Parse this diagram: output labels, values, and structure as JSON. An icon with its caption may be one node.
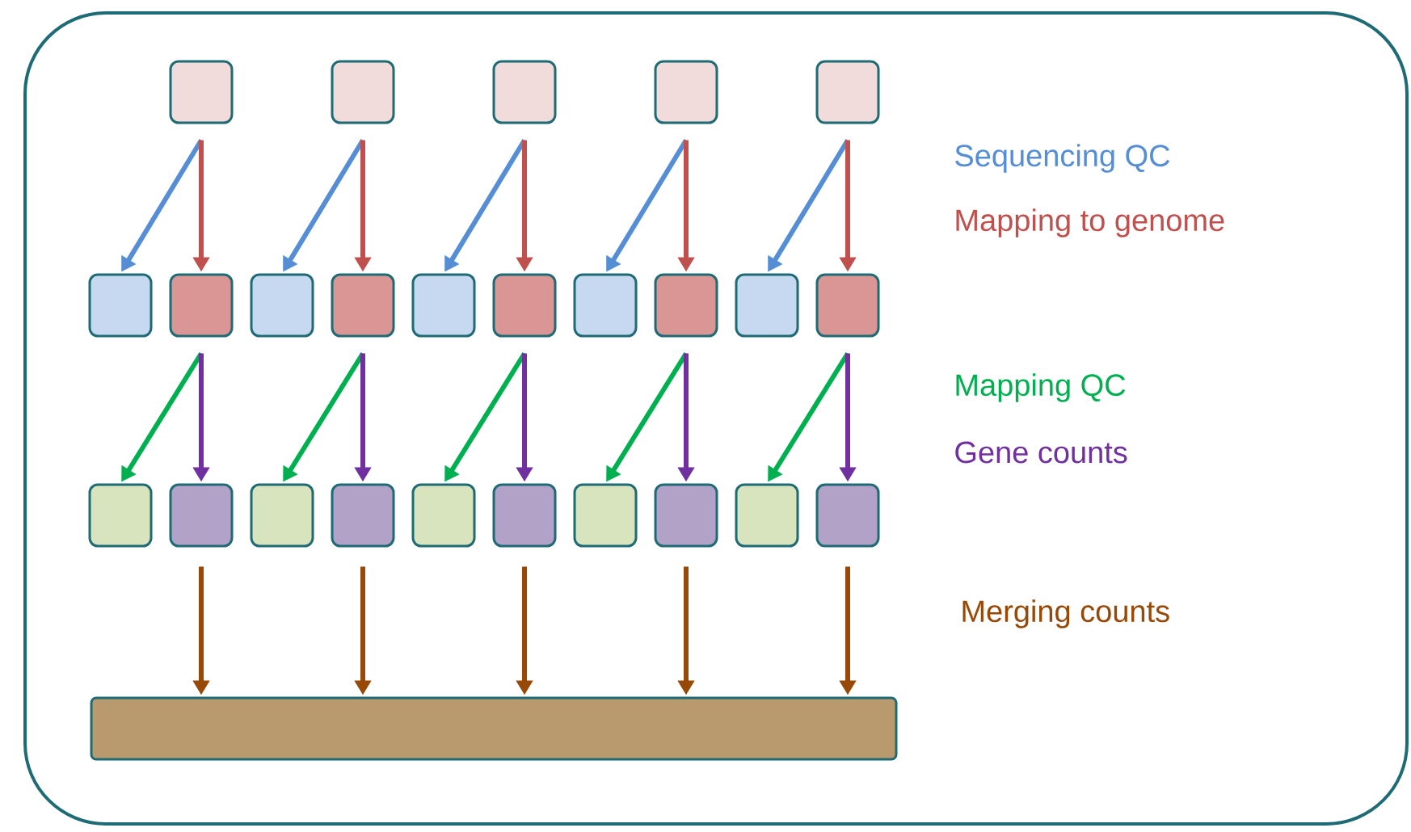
{
  "diagram": {
    "nodes": [
      {
        "text": [],
        "shape": "box"
      },
      {
        "text": [],
        "shape": "box",
        "in": 0
      },
      {
        "text": [],
        "shape": "box",
        "in": 0
      },
      {
        "text": [],
        "shape": "box",
        "in": 0
      },
      {
        "text": [],
        "shape": "box",
        "in": 0
      },
      {
        "text": [],
        "shape": "box",
        "in": 0
      },
      {
        "text": [],
        "shape": "box",
        "in": 0
      },
      {
        "text": [],
        "shape": "box",
        "in": 0
      },
      {
        "text": [],
        "shape": "box",
        "in": 0
      },
      {
        "text": [],
        "shape": "box",
        "in": 0
      },
      {
        "text": [],
        "shape": "box",
        "in": 0
      },
      {
        "text": [],
        "shape": "box",
        "in": 0
      },
      {
        "text": [],
        "shape": "box",
        "in": 0
      },
      {
        "text": [],
        "shape": "box",
        "in": 0
      },
      {
        "text": [],
        "shape": "box",
        "in": 0
      },
      {
        "text": [],
        "shape": "box",
        "in": 0
      },
      {
        "text": [],
        "shape": "box",
        "in": 0
      },
      {
        "text": [],
        "shape": "box",
        "in": 0
      },
      {
        "text": [],
        "shape": "box",
        "in": 0
      },
      {
        "text": [],
        "shape": "box",
        "in": 0
      },
      {
        "text": [],
        "shape": "box",
        "in": 0
      },
      {
        "text": [],
        "shape": "box",
        "in": 0
      },
      {
        "text": [],
        "shape": "box",
        "in": 0
      },
      {
        "text": [],
        "shape": "box",
        "in": 0
      },
      {
        "text": [],
        "shape": "box",
        "in": 0
      },
      {
        "text": [],
        "shape": "box",
        "in": 0
      },
      {
        "text": [],
        "shape": "bar",
        "in": 0
      }
    ],
    "edges": [
      {
        "from": 1,
        "to": 6,
        "arrow": "to",
        "color": "#558ed5"
      },
      {
        "from": 1,
        "to": 7,
        "arrow": "to",
        "color": "#c0504d"
      },
      {
        "from": 2,
        "to": 8,
        "arrow": "to",
        "color": "#558ed5"
      },
      {
        "from": 2,
        "to": 9,
        "arrow": "to",
        "color": "#c0504d"
      },
      {
        "from": 3,
        "to": 10,
        "arrow": "to",
        "color": "#558ed5"
      },
      {
        "from": 3,
        "to": 11,
        "arrow": "to",
        "color": "#c0504d"
      },
      {
        "from": 4,
        "to": 12,
        "arrow": "to",
        "color": "#558ed5"
      },
      {
        "from": 4,
        "to": 13,
        "arrow": "to",
        "color": "#c0504d"
      },
      {
        "from": 5,
        "to": 14,
        "arrow": "to",
        "color": "#558ed5"
      },
      {
        "from": 5,
        "to": 15,
        "arrow": "to",
        "color": "#c0504d"
      },
      {
        "from": 7,
        "to": 16,
        "arrow": "to",
        "color": "#00b050"
      },
      {
        "from": 7,
        "to": 17,
        "arrow": "to",
        "color": "#7030a0"
      },
      {
        "from": 9,
        "to": 18,
        "arrow": "to",
        "color": "#00b050"
      },
      {
        "from": 9,
        "to": 19,
        "arrow": "to",
        "color": "#7030a0"
      },
      {
        "from": 11,
        "to": 20,
        "arrow": "to",
        "color": "#00b050"
      },
      {
        "from": 11,
        "to": 21,
        "arrow": "to",
        "color": "#7030a0"
      },
      {
        "from": 13,
        "to": 22,
        "arrow": "to",
        "color": "#00b050"
      },
      {
        "from": 13,
        "to": 23,
        "arrow": "to",
        "color": "#7030a0"
      },
      {
        "from": 15,
        "to": 24,
        "arrow": "to",
        "color": "#00b050"
      },
      {
        "from": 15,
        "to": 25,
        "arrow": "to",
        "color": "#7030a0"
      },
      {
        "from": 17,
        "to": 26,
        "arrow": "to",
        "color": "#984807"
      },
      {
        "from": 19,
        "to": 26,
        "arrow": "to",
        "color": "#984807"
      },
      {
        "from": 21,
        "to": 26,
        "arrow": "to",
        "color": "#984807"
      },
      {
        "from": 23,
        "to": 26,
        "arrow": "to",
        "color": "#984807"
      },
      {
        "from": 25,
        "to": 26,
        "arrow": "to",
        "color": "#984807"
      }
    ],
    "labels": [
      "Sequencing QC",
      "Mapping to genome",
      "Mapping QC",
      "Gene counts",
      "Merging counts"
    ]
  }
}
